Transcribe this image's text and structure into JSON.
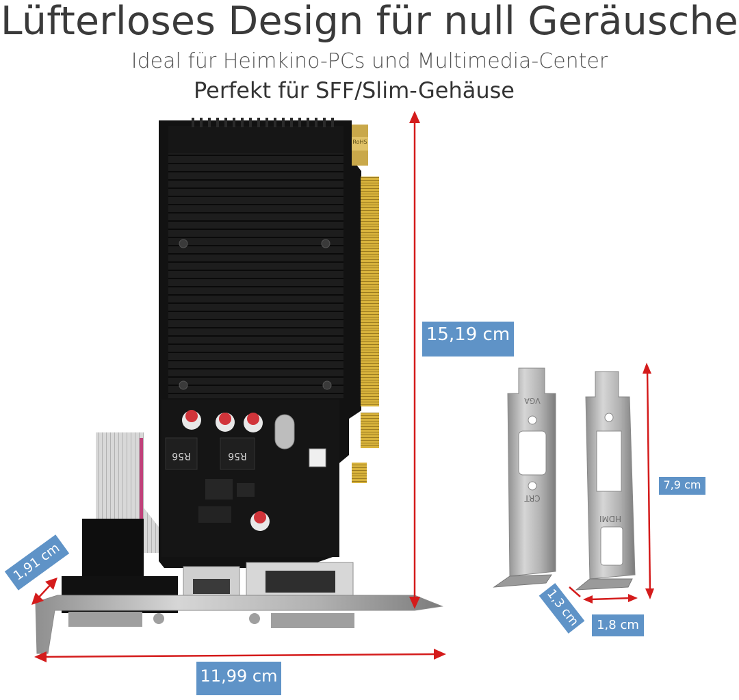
{
  "headline": "Lüfterloses Design für null Geräusche",
  "subline_1": "Ideal für Heimkino-PCs und Multimedia-Center",
  "subline_2": "Perfekt für SFF/Slim-Gehäuse",
  "dimensions": {
    "card_height": "15,19 cm",
    "card_width": "11,99 cm",
    "bracket_offset": "1,91 cm",
    "bracket_height": "7,9 cm",
    "bracket_width": "1,8 cm",
    "bracket_tab": "1,3 cm"
  },
  "board_markings": {
    "rohs": "RoHS",
    "inductor_1": "R56",
    "inductor_2": "R56",
    "bracket_1_port_top": "VGA",
    "bracket_1_port_bottom": "CRT",
    "bracket_2_port_bottom": "HDMI"
  },
  "colors": {
    "label_bg": "#5f93c7",
    "arrow": "#d41b1b",
    "pcb": "#111111",
    "heatsink": "#1c1c1c",
    "gold_fingers": "#d6b13a",
    "bracket": "#b9b9b9"
  }
}
